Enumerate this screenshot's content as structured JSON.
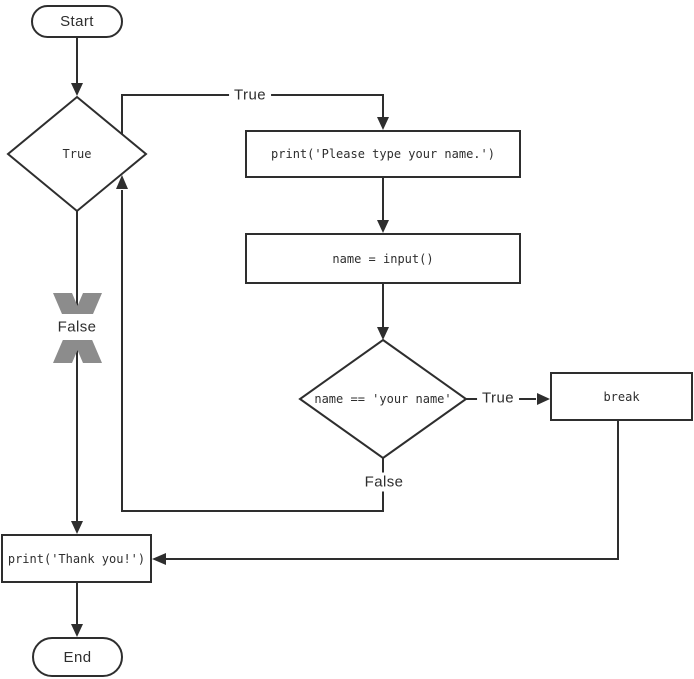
{
  "nodes": {
    "start": {
      "label": "Start"
    },
    "loop_condition": {
      "label": "True"
    },
    "print_prompt": {
      "label": "print('Please type your name.')"
    },
    "input_name": {
      "label": "name = input()"
    },
    "name_check": {
      "label": "name == 'your name'"
    },
    "break_stmt": {
      "label": "break"
    },
    "print_thanks": {
      "label": "print('Thank you!')"
    },
    "end": {
      "label": "End"
    }
  },
  "edge_labels": {
    "loop_true": "True",
    "loop_false": "False",
    "check_true": "True",
    "check_false": "False"
  },
  "icons": {
    "x_mark": "break-out-of-loop-x"
  },
  "colors": {
    "line": "#2e2e2e",
    "x_mark": "#8c8c8c",
    "node_fill": "#ffffff",
    "text": "#2e2e2e"
  }
}
